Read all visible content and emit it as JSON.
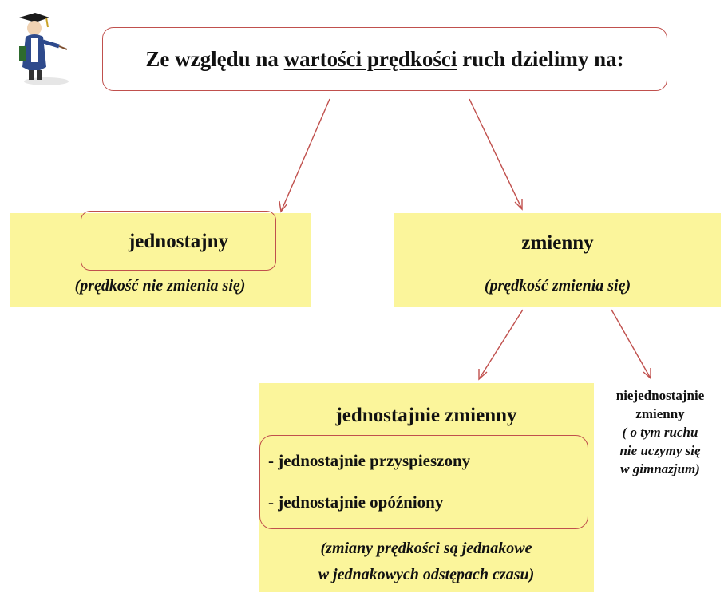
{
  "title": {
    "prefix": "Ze względu na ",
    "emphasis": "wartości prędkości",
    "suffix": " ruch dzielimy na:"
  },
  "left": {
    "heading": "jednostajny",
    "note": "(prędkość nie zmienia się)"
  },
  "right": {
    "heading": "zmienny",
    "note": "(prędkość zmienia się)"
  },
  "bottom": {
    "heading": "jednostajnie zmienny",
    "items": [
      "- jednostajnie przyspieszony",
      "- jednostajnie opóźniony"
    ],
    "note_line1": "(zmiany prędkości są jednakowe",
    "note_line2": "w jednakowych odstępach czasu)"
  },
  "side": {
    "line1": "niejednostajnie",
    "line2": "zmienny",
    "line3": "( o tym ruchu",
    "line4": "nie uczymy się",
    "line5": "w gimnazjum)"
  },
  "colors": {
    "panel": "#fbf59b",
    "border": "#c0504d",
    "arrow": "#c0504d"
  },
  "icons": {
    "mascot": "graduate-professor-icon"
  }
}
